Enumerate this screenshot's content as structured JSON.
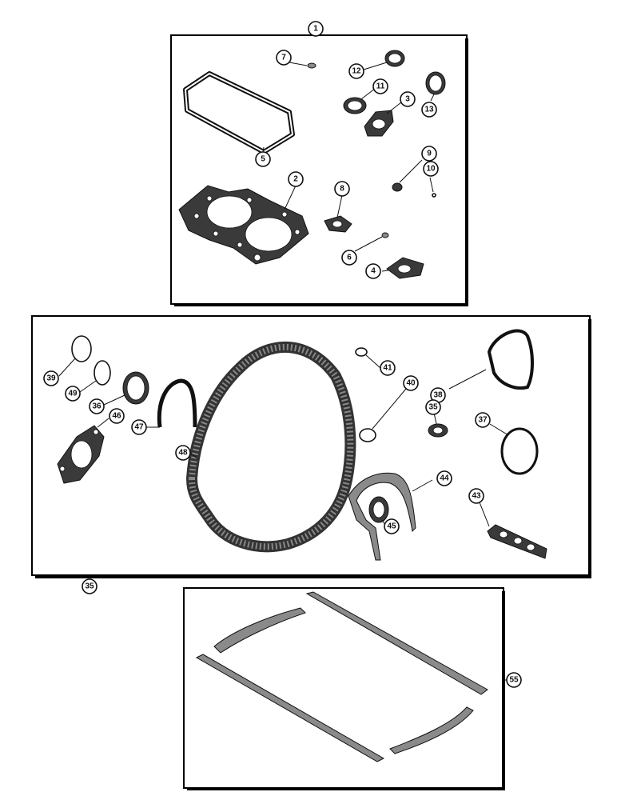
{
  "groups": [
    {
      "label": "1"
    },
    {
      "label": "35"
    },
    {
      "label": "55"
    }
  ],
  "callouts": [
    {
      "id": "7"
    },
    {
      "id": "12"
    },
    {
      "id": "11"
    },
    {
      "id": "3"
    },
    {
      "id": "13"
    },
    {
      "id": "5"
    },
    {
      "id": "2"
    },
    {
      "id": "8"
    },
    {
      "id": "9"
    },
    {
      "id": "10"
    },
    {
      "id": "6"
    },
    {
      "id": "4"
    },
    {
      "id": "39"
    },
    {
      "id": "49"
    },
    {
      "id": "36"
    },
    {
      "id": "46"
    },
    {
      "id": "47"
    },
    {
      "id": "48"
    },
    {
      "id": "41"
    },
    {
      "id": "40"
    },
    {
      "id": "38"
    },
    {
      "id": "35"
    },
    {
      "id": "37"
    },
    {
      "id": "44"
    },
    {
      "id": "45"
    },
    {
      "id": "43"
    }
  ]
}
